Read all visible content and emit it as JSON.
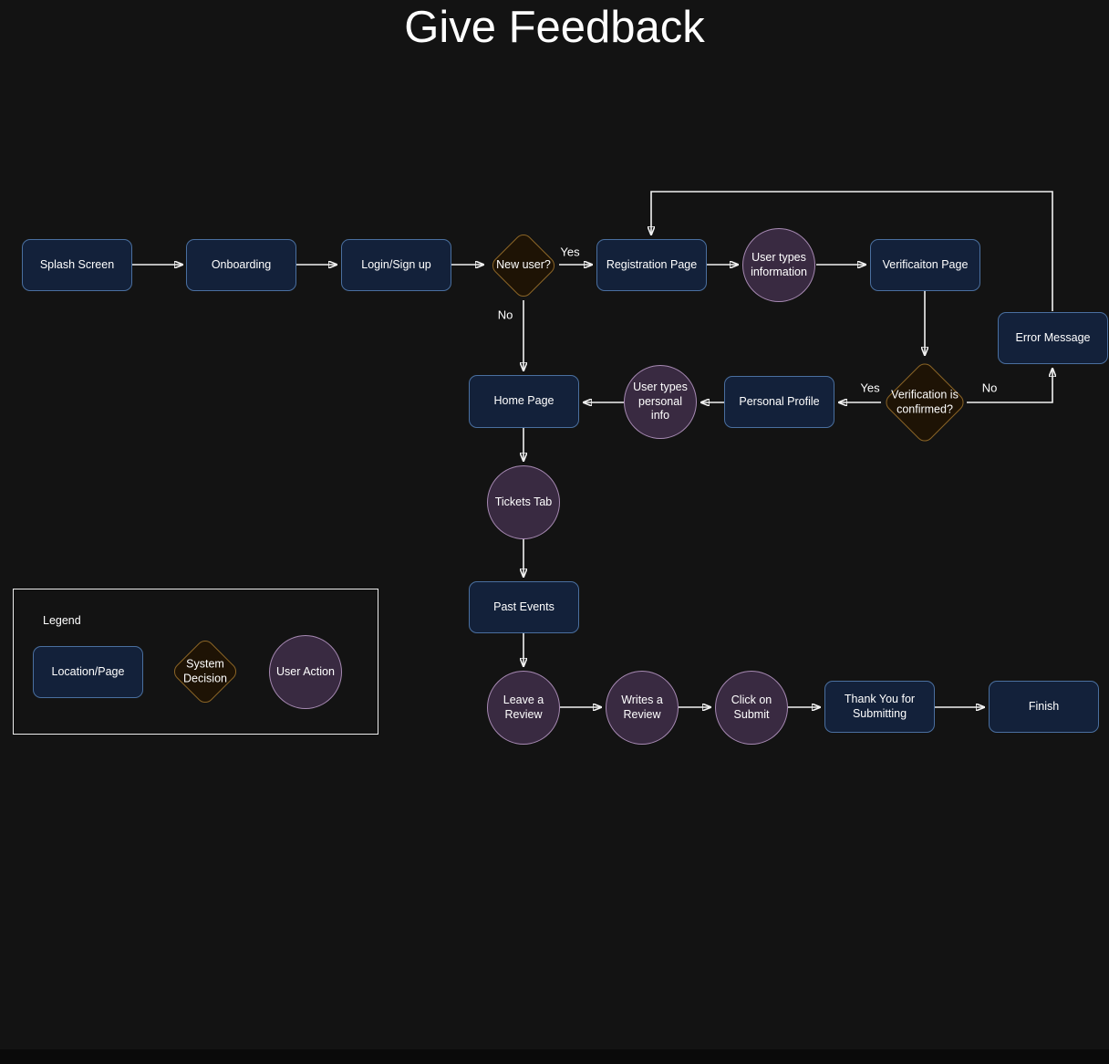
{
  "title": "Give Feedback",
  "colors": {
    "background": "#131313",
    "page_fill": "#13213a",
    "page_border": "#4a6f9f",
    "decision_fill": "#1e1305",
    "decision_border": "#8a6426",
    "action_fill": "#392a41",
    "action_border": "#a78ab3",
    "connector": "#f2f2f2",
    "text": "#ffffff"
  },
  "nodes": {
    "splash_screen": "Splash Screen",
    "onboarding": "Onboarding",
    "login_signup": "Login/Sign up",
    "new_user": "New user?",
    "registration_page": "Registration Page",
    "user_types_information": "User types information",
    "verification_page": "Verificaiton Page",
    "error_message": "Error Message",
    "home_page": "Home Page",
    "user_types_personal_info": "User types personal info",
    "personal_profile": "Personal Profile",
    "verification_confirmed": "Verification is confirmed?",
    "tickets_tab": "Tickets Tab",
    "past_events": "Past Events",
    "leave_a_review": "Leave a Review",
    "writes_a_review": "Writes a Review",
    "click_on_submit": "Click on Submit",
    "thank_you": "Thank You for Submitting",
    "finish": "Finish"
  },
  "edge_labels": {
    "new_user_yes": "Yes",
    "new_user_no": "No",
    "verification_yes": "Yes",
    "verification_no": "No"
  },
  "legend": {
    "heading": "Legend",
    "location_page": "Location/Page",
    "system_decision": "System Decision",
    "user_action": "User Action"
  }
}
